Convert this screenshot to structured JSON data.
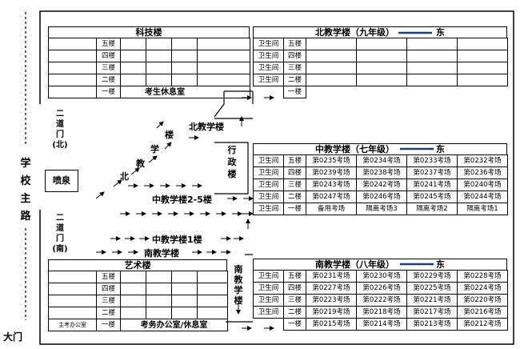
{
  "main_road": "学校主路",
  "main_gate": "大门",
  "gate2_north": [
    "二",
    "道",
    "门",
    "(北)"
  ],
  "gate2_south": [
    "二",
    "道",
    "门",
    "(南)"
  ],
  "fountain": "喷泉",
  "admin_building": [
    "行",
    "政",
    "楼"
  ],
  "south_building_label": [
    "南",
    "教",
    "学",
    "楼"
  ],
  "route_north_label": "北教学楼",
  "route_north_vertical": [
    "楼",
    "学",
    "教",
    "北"
  ],
  "route_middle_label": "中教学楼2-5楼",
  "route_middle1_label": "中教学楼1楼",
  "route_south_label": "南教学楼",
  "keji": {
    "title": "科技楼",
    "floors": [
      "五楼",
      "四楼",
      "三楼",
      "二楼",
      "一楼"
    ],
    "rest_room": "考生休息室"
  },
  "yishu": {
    "title": "艺术楼",
    "floors": [
      "五楼",
      "四楼",
      "三楼",
      "二楼",
      "一楼"
    ],
    "office_left": "主考办公室",
    "office": "考务办公室/休息室"
  },
  "north": {
    "title": "北教学楼（九年级）",
    "east": "东",
    "rows": [
      {
        "wc": "卫生间",
        "floor": "五楼"
      },
      {
        "wc": "卫生间",
        "floor": "四楼"
      },
      {
        "wc": "卫生间",
        "floor": "三楼"
      },
      {
        "wc": "卫生间",
        "floor": "二楼"
      },
      {
        "wc": "",
        "floor": "一楼"
      }
    ]
  },
  "middle": {
    "title": "中教学楼（七年级）",
    "east": "东",
    "rows": [
      {
        "wc": "卫生间",
        "floor": "五楼",
        "rooms": [
          "第0235考场",
          "第0234考场",
          "第0233考场",
          "第0232考场"
        ]
      },
      {
        "wc": "卫生间",
        "floor": "四楼",
        "rooms": [
          "第0239考场",
          "第0238考场",
          "第0237考场",
          "第0236考场"
        ]
      },
      {
        "wc": "卫生间",
        "floor": "三楼",
        "rooms": [
          "第0243考场",
          "第0242考场",
          "第0241考场",
          "第0240考场"
        ]
      },
      {
        "wc": "卫生间",
        "floor": "二楼",
        "rooms": [
          "第0247考场",
          "第0246考场",
          "第0245考场",
          "第0244考场"
        ]
      },
      {
        "wc": "卫生间",
        "floor": "一楼",
        "rooms": [
          "备用考场",
          "隔离考场3",
          "隔离考场2",
          "隔离考场1"
        ]
      }
    ]
  },
  "south": {
    "title": "南教学楼（八年级）",
    "east": "东",
    "rows": [
      {
        "wc": "卫生间",
        "floor": "五楼",
        "rooms": [
          "第0231考场",
          "第0230考场",
          "第0229考场",
          "第0228考场"
        ]
      },
      {
        "wc": "卫生间",
        "floor": "四楼",
        "rooms": [
          "第0227考场",
          "第0226考场",
          "第0225考场",
          "第0224考场"
        ]
      },
      {
        "wc": "卫生间",
        "floor": "三楼",
        "rooms": [
          "第0223考场",
          "第0222考场",
          "第0221考场",
          "第0220考场"
        ]
      },
      {
        "wc": "卫生间",
        "floor": "二楼",
        "rooms": [
          "第0219考场",
          "第0218考场",
          "第0217考场",
          "第0216考场"
        ]
      },
      {
        "wc": "",
        "floor": "一楼",
        "rooms": [
          "第0215考场",
          "第0214考场",
          "第0213考场",
          "第0212考场"
        ]
      }
    ]
  }
}
